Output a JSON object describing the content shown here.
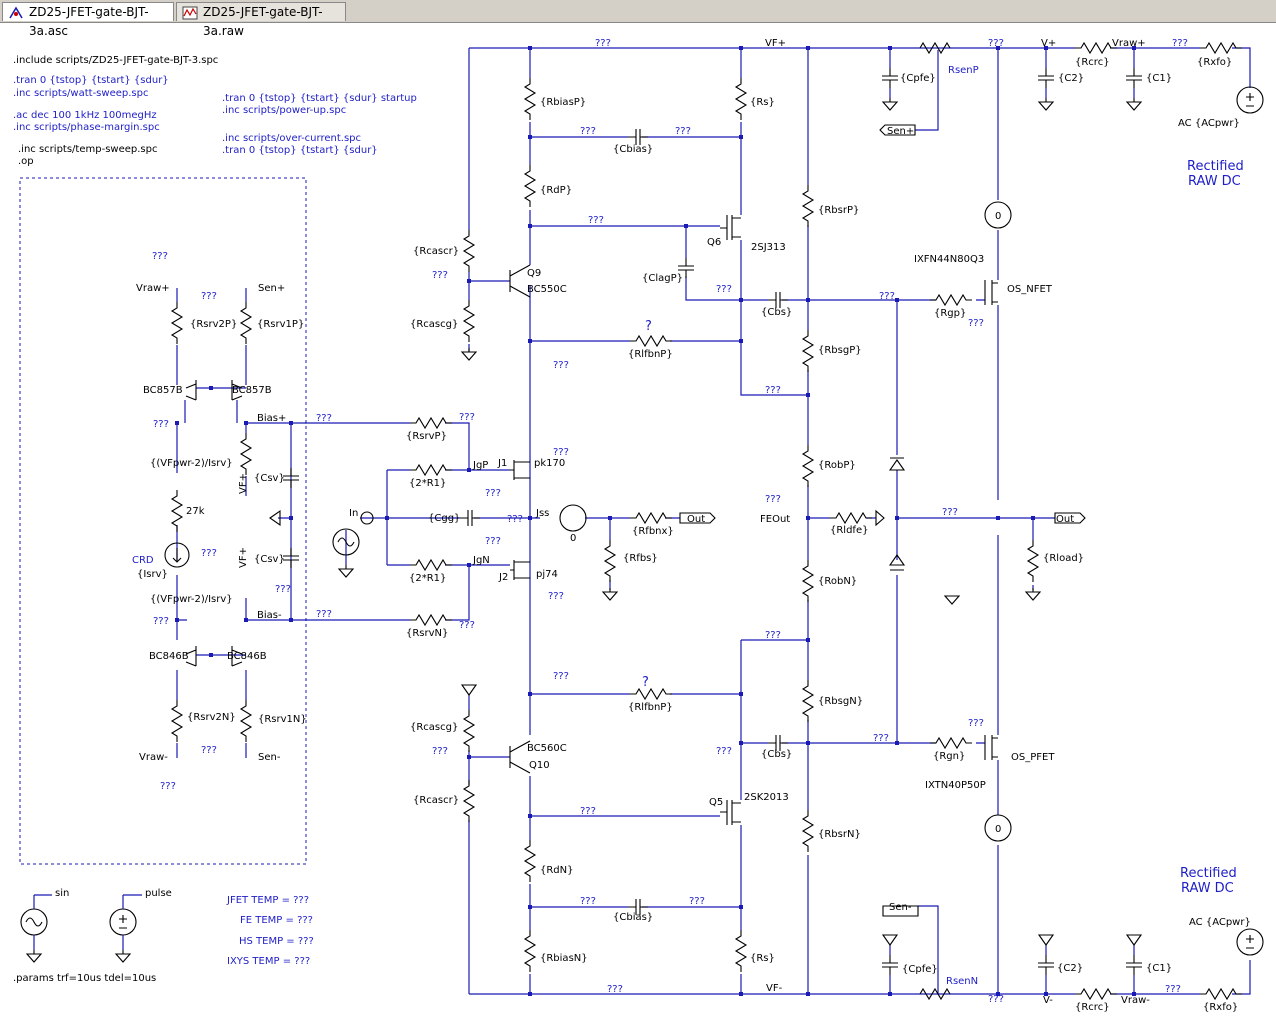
{
  "tabs": [
    {
      "label": "ZD25-JFET-gate-BJT-3a.asc",
      "icon": "schematic-icon",
      "active": true
    },
    {
      "label": "ZD25-JFET-gate-BJT-3a.raw",
      "icon": "waveform-icon",
      "active": false
    }
  ],
  "directives_black": [
    ".include scripts/ZD25-JFET-gate-BJT-3.spc",
    ".inc scripts/temp-sweep.spc",
    ".op",
    ".params trf=10us tdel=10us"
  ],
  "directives_blue": [
    ".tran 0 {tstop} {tstart} {sdur}",
    ".inc scripts/watt-sweep.spc",
    ".ac dec 100 1kHz 100megHz",
    ".inc scripts/phase-margin.spc",
    ".tran  0 {tstop} {tstart} {sdur} startup",
    ".inc scripts/power-up.spc",
    ".inc scripts/over-current.spc",
    ".tran 0 {tstop} {tstart} {sdur}"
  ],
  "temps": {
    "jfet": "JFET TEMP  =  ???",
    "fe": "FE TEMP  =  ???",
    "hs": "HS TEMP  =  ???",
    "ixys": "IXYS TEMP  =  ???"
  },
  "rectified": {
    "l1": "Rectified",
    "l2": "RAW DC"
  },
  "unknown": "???",
  "question": "?",
  "nets": {
    "vfp": "VF+",
    "vfn": "VF-",
    "vp": "V+",
    "vn": "V-",
    "vrawp": "Vraw+",
    "vrawn": "Vraw-",
    "senp": "Sen+",
    "senn": "Sen-",
    "biasp": "Bias+",
    "biasn": "Bias-",
    "jgp": "JgP",
    "jgn": "JgN",
    "jss": "Jss",
    "in": "In",
    "out": "Out",
    "feout": "FEOut",
    "vf": "VF-",
    "vfplus": "VF+",
    "sin": "sin",
    "pulse": "pulse",
    "crd": "CRD"
  },
  "parts": {
    "rbiasP": "{RbiasP}",
    "rbiasN": "{RbiasN}",
    "rdP": "{RdP}",
    "rdN": "{RdN}",
    "rs": "{Rs}",
    "cbias": "{Cbias}",
    "rcascr": "{Rcascr}",
    "rcascg": "{Rcascg}",
    "clagP": "{ClagP}",
    "cbs": "{Cbs}",
    "rlfbnP": "{RlfbnP}",
    "rbsrP": "{RbsrP}",
    "rbsgP": "{RbsgP}",
    "robP": "{RobP}",
    "robN": "{RobN}",
    "rbsgN": "{RbsgN}",
    "rbsrN": "{RbsrN}",
    "rgp": "{Rgp}",
    "rgn": "{Rgn}",
    "cpfe": "{Cpfe}",
    "rsenP": "RsenP",
    "rsenN": "RsenN",
    "c2": "{C2}",
    "c1": "{C1}",
    "rcrc": "{Rcrc}",
    "rxfo": "{Rxfo}",
    "acpwr": "AC {ACpwr}",
    "rload": "{Rload}",
    "rldfe": "{Rldfe}",
    "rfbnx": "{Rfbnx}",
    "rfbs": "{Rfbs}",
    "rsrvP": "{RsrvP}",
    "rsrvN": "{RsrvN}",
    "r1": "{2*R1}",
    "cgg": "{Cgg}",
    "rsrv2P": "{Rsrv2P}",
    "rsrv1P": "{Rsrv1P}",
    "rsrv2N": "{Rsrv2N}",
    "rsrv1N": "{Rsrv1N}",
    "vfpwr": "{(VFpwr-2)/Isrv}",
    "r27k": "27k",
    "isrv": "{Isrv}",
    "csv": "{Csv}",
    "zero": "0"
  },
  "devices": {
    "q9": "Q9",
    "q9m": "BC550C",
    "q10": "Q10",
    "q10m": "BC560C",
    "q6": "Q6",
    "q6m": "2SJ313",
    "q5": "Q5",
    "q5m": "2SK2013",
    "j1": "J1",
    "j1m": "pk170",
    "j2": "J2",
    "j2m": "pj74",
    "nfet": "OS_NFET",
    "nfetm": "IXFN44N80Q3",
    "pfet": "OS_PFET",
    "pfetm": "IXTN40P50P",
    "bc857": "BC857B",
    "bc846": "BC846B"
  }
}
